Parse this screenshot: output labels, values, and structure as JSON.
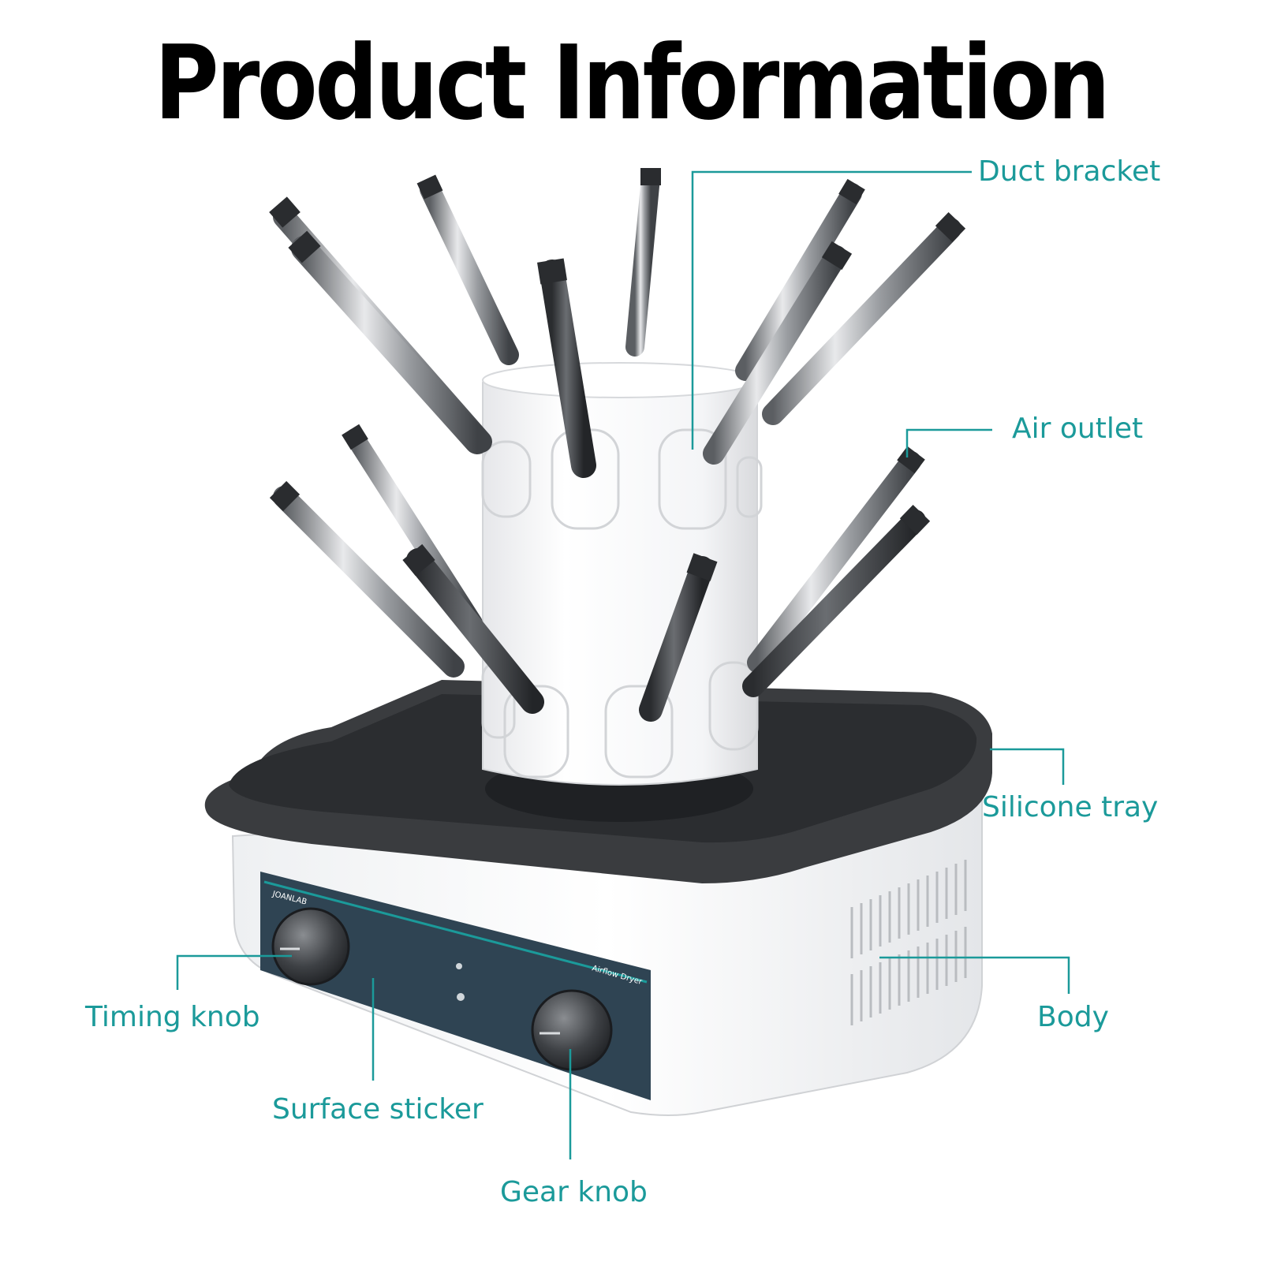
{
  "title": "Product Information",
  "brand_logo_text": "JOANLAB",
  "sticker_text": "Airflow Dryer",
  "colors": {
    "accent": "#1b9a9a",
    "title": "#000000",
    "tray": "#3a3c3f",
    "panel": "#2f4453",
    "body": "#ffffff"
  },
  "labels": {
    "duct_bracket": "Duct bracket",
    "air_outlet": "Air outlet",
    "silicone_tray": "Silicone tray",
    "body": "Body",
    "timing_knob": "Timing knob",
    "surface_sticker": "Surface sticker",
    "gear_knob": "Gear knob"
  }
}
